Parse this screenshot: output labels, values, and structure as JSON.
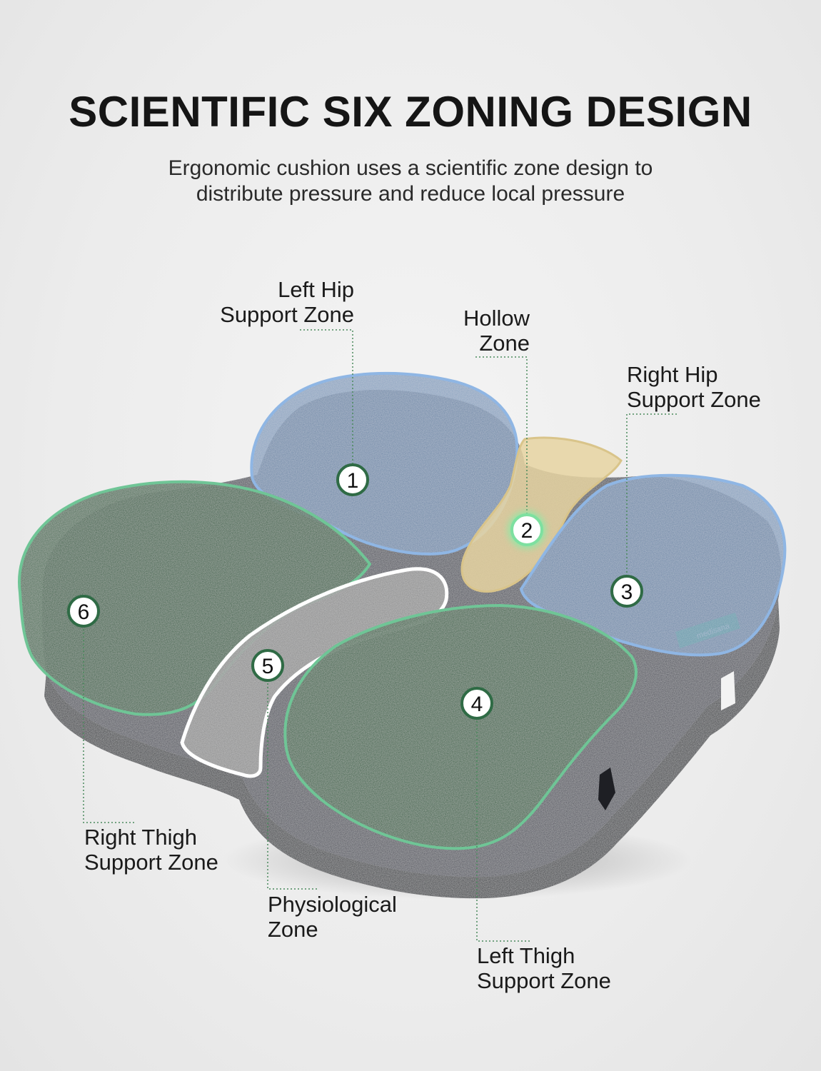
{
  "header": {
    "title": "SCIENTIFIC SIX ZONING DESIGN",
    "subtitle_line1": "Ergonomic  cushion uses a scientific zone design to",
    "subtitle_line2": "distribute pressure and reduce local pressure"
  },
  "zones": [
    {
      "number": "1",
      "line1": "Left Hip",
      "line2": "Support Zone",
      "color": "#a9c6e8"
    },
    {
      "number": "2",
      "line1": "Hollow",
      "line2": "Zone",
      "color": "#e9d9a8"
    },
    {
      "number": "3",
      "line1": "Right Hip",
      "line2": "Support Zone",
      "color": "#a9c6e8"
    },
    {
      "number": "4",
      "line1": "Left Thigh",
      "line2": "Support Zone",
      "color": "#2f6b45"
    },
    {
      "number": "5",
      "line1": "Physiological",
      "line2": "Zone",
      "color": "#c8c8c8"
    },
    {
      "number": "6",
      "line1": "Right Thigh",
      "line2": "Support Zone",
      "color": "#2f6b45"
    }
  ],
  "product": {
    "tag_text": "medisana"
  },
  "colors": {
    "leader_line": "#4a8a5c",
    "fabric": "#4a4d57"
  }
}
